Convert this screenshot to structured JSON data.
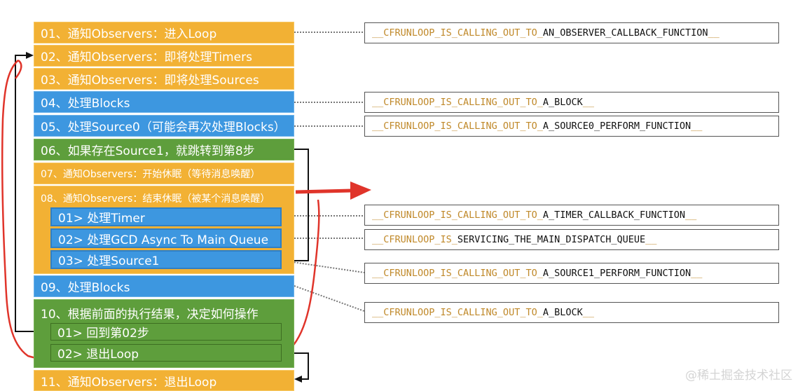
{
  "steps": [
    {
      "id": "01",
      "text": "01、通知Observers：进入Loop"
    },
    {
      "id": "02",
      "text": "02、通知Observers：即将处理Timers"
    },
    {
      "id": "03",
      "text": "03、通知Observers：即将处理Sources"
    },
    {
      "id": "04",
      "text": "04、处理Blocks"
    },
    {
      "id": "05",
      "text": "05、处理Source0（可能会再次处理Blocks）"
    },
    {
      "id": "06",
      "text": "06、如果存在Source1，就跳转到第8步"
    },
    {
      "id": "07",
      "text": "07、通知Observers：开始休眠（等待消息唤醒）"
    },
    {
      "id": "08",
      "text": "08、通知Observers：结束休眠（被某个消息唤醒）"
    },
    {
      "id": "08-01",
      "text": "01> 处理Timer"
    },
    {
      "id": "08-02",
      "text": "02> 处理GCD Async To Main Queue"
    },
    {
      "id": "08-03",
      "text": "03> 处理Source1"
    },
    {
      "id": "09",
      "text": "09、处理Blocks"
    },
    {
      "id": "10",
      "text": "10、根据前面的执行结果，决定如何操作"
    },
    {
      "id": "10-01",
      "text": "01> 回到第02步"
    },
    {
      "id": "10-02",
      "text": "02> 退出Loop"
    },
    {
      "id": "11",
      "text": "11、通知Observers：退出Loop"
    }
  ],
  "functions": [
    {
      "prefix": "__CFRUNLOOP_IS_CALLING_OUT_TO_",
      "name": "AN_OBSERVER_CALLBACK_FUNCTION",
      "suffix": "__"
    },
    {
      "prefix": "__CFRUNLOOP_IS_CALLING_OUT_TO_",
      "name": "A_BLOCK",
      "suffix": "__"
    },
    {
      "prefix": "__CFRUNLOOP_IS_CALLING_OUT_TO_",
      "name": "A_SOURCE0_PERFORM_FUNCTION",
      "suffix": "__"
    },
    {
      "prefix": "__CFRUNLOOP_IS_CALLING_OUT_TO_",
      "name": "A_TIMER_CALLBACK_FUNCTION",
      "suffix": "__"
    },
    {
      "prefix": "__CFRUNLOOP_IS_",
      "name": "SERVICING_THE_MAIN_DISPATCH_QUEUE",
      "suffix": "__"
    },
    {
      "prefix": "__CFRUNLOOP_IS_CALLING_OUT_TO_",
      "name": "A_SOURCE1_PERFORM_FUNCTION",
      "suffix": "__"
    },
    {
      "prefix": "__CFRUNLOOP_IS_CALLING_OUT_TO_",
      "name": "A_BLOCK",
      "suffix": "__"
    }
  ],
  "watermark": "@稀土掘金技术社区",
  "colors": {
    "observer_step": "#f2b134",
    "block_source0_step": "#3d97e0",
    "control_step": "#5e9e3c",
    "annotation": "#e0342a",
    "function_prefix": "#c0892a"
  }
}
